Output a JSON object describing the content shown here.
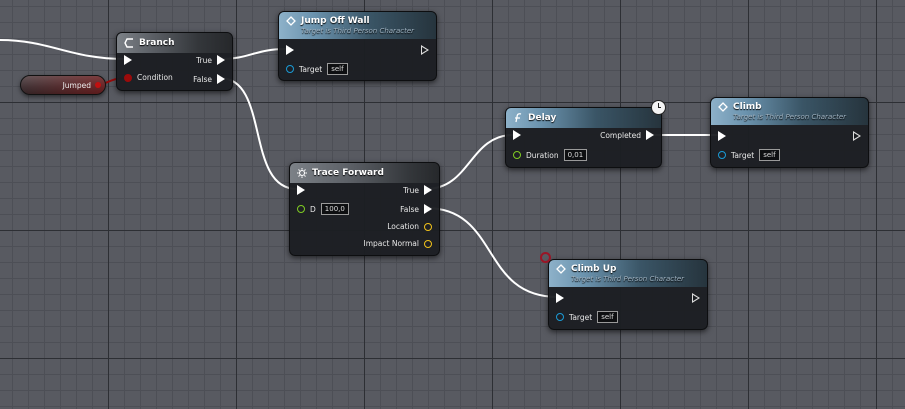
{
  "colors": {
    "exec_wire": "#ffffff",
    "bool_pin": "#9b0b0b",
    "object_pin": "#1a9bd6",
    "float_pin": "#7fcc22",
    "vector_pin": "#f2c21a",
    "breakpoint": "#9a1526"
  },
  "variable": {
    "label": "Jumped",
    "icon": "bool-pin-dot"
  },
  "branch": {
    "title": "Branch",
    "icon": "branch-icon",
    "pin_condition": "Condition",
    "pin_true": "True",
    "pin_false": "False"
  },
  "jump_off_wall": {
    "title": "Jump Off Wall",
    "subtitle": "Target is Third Person Character",
    "icon": "function-call-icon",
    "target_label": "Target",
    "target_value": "self"
  },
  "trace_forward": {
    "title": "Trace Forward",
    "icon": "macro-gear-icon",
    "input_label": "D",
    "input_value": "100,0",
    "pin_true": "True",
    "pin_false": "False",
    "pin_location": "Location",
    "pin_impact_normal": "Impact Normal"
  },
  "delay": {
    "title": "Delay",
    "icon": "function-f-icon",
    "pin_completed": "Completed",
    "duration_label": "Duration",
    "duration_value": "0,01"
  },
  "climb": {
    "title": "Climb",
    "subtitle": "Target is Third Person Character",
    "icon": "function-call-icon",
    "target_label": "Target",
    "target_value": "self"
  },
  "climb_up": {
    "title": "Climb Up",
    "subtitle": "Target is Third Person Character",
    "icon": "function-call-icon",
    "target_label": "Target",
    "target_value": "self"
  }
}
